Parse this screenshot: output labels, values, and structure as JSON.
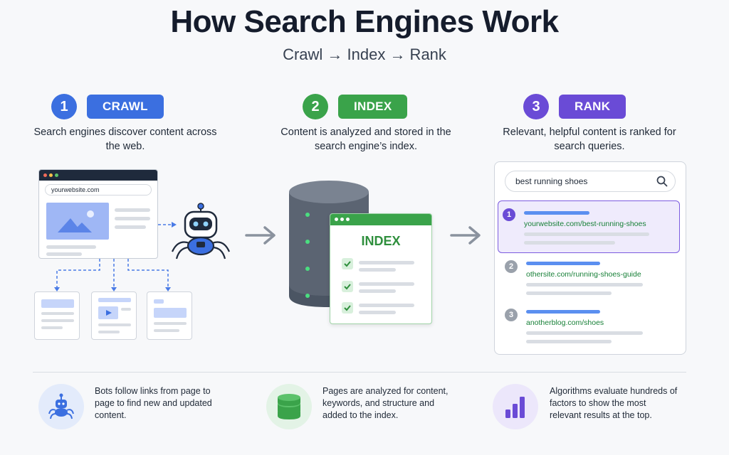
{
  "header": {
    "title": "How Search Engines Work",
    "subtitle": "Crawl → Index → Rank"
  },
  "steps": [
    {
      "number": "1",
      "label": "CRAWL",
      "description": "Search engines discover content across the web.",
      "color": "#3b6fe0"
    },
    {
      "number": "2",
      "label": "INDEX",
      "description": "Content is analyzed and stored in the search engine’s index.",
      "color": "#3aa34a"
    },
    {
      "number": "3",
      "label": "RANK",
      "description": "Relevant, helpful content is ranked for search queries.",
      "color": "#6a4bd6"
    }
  ],
  "crawl": {
    "browser_url": "yourwebsite.com"
  },
  "index": {
    "card_title": "INDEX"
  },
  "rank": {
    "search_query": "best running shoes",
    "results": [
      {
        "position": "1",
        "url": "yourwebsite.com/best-running-shoes"
      },
      {
        "position": "2",
        "url": "othersite.com/running-shoes-guide"
      },
      {
        "position": "3",
        "url": "anotherblog.com/shoes"
      }
    ]
  },
  "footer": [
    {
      "text": "Bots follow links from page to page to find new and updated content.",
      "icon": "spider-icon"
    },
    {
      "text": "Pages are analyzed for content, keywords, and structure and added to the index.",
      "icon": "database-icon"
    },
    {
      "text": "Algorithms evaluate hundreds of factors to show the most relevant results at the top.",
      "icon": "bar-chart-icon"
    }
  ],
  "colors": {
    "crawl": "#3b6fe0",
    "index": "#3aa34a",
    "rank": "#6a4bd6",
    "url_green": "#188038"
  }
}
